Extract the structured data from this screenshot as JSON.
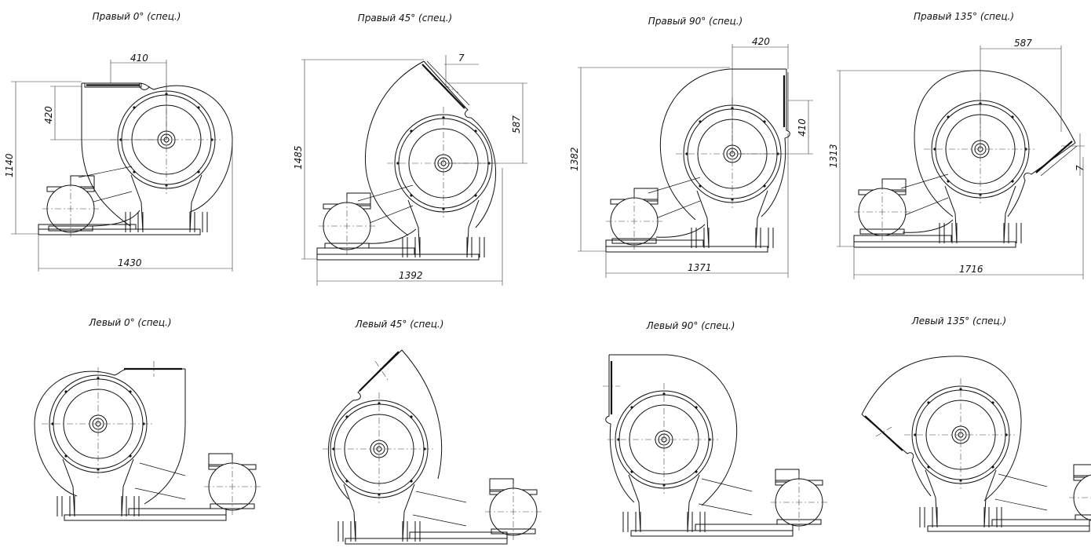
{
  "views": [
    {
      "title": "Правый 0° (спец.)",
      "dims": [
        "410",
        "420",
        "1140",
        "1430"
      ]
    },
    {
      "title": "Правый 45° (спец.)",
      "dims": [
        "7",
        "587",
        "1485",
        "1392"
      ]
    },
    {
      "title": "Правый 90° (спец.)",
      "dims": [
        "420",
        "410",
        "1382",
        "1371"
      ]
    },
    {
      "title": "Правый 135° (спец.)",
      "dims": [
        "587",
        "7",
        "1313",
        "1716"
      ]
    },
    {
      "title": "Левый 0° (спец.)",
      "dims": []
    },
    {
      "title": "Левый 45° (спец.)",
      "dims": []
    },
    {
      "title": "Левый 90° (спец.)",
      "dims": []
    },
    {
      "title": "Левый 135° (спец.)",
      "dims": []
    }
  ]
}
